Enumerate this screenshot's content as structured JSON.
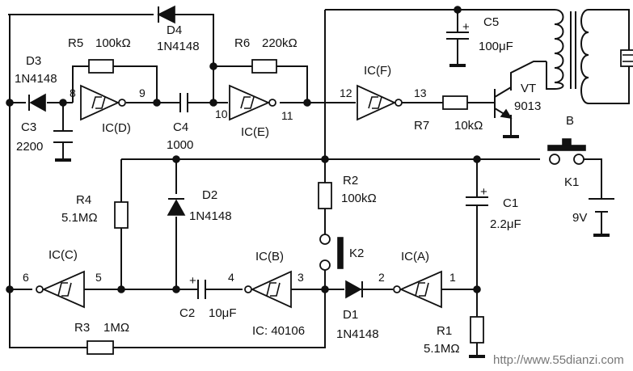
{
  "components": {
    "d4": {
      "ref": "D4",
      "part": "1N4148"
    },
    "d3": {
      "ref": "D3",
      "part": "1N4148"
    },
    "r5": {
      "ref": "R5",
      "value": "100kΩ"
    },
    "r6": {
      "ref": "R6",
      "value": "220kΩ"
    },
    "c3": {
      "ref": "C3",
      "value": "2200"
    },
    "c4": {
      "ref": "C4",
      "value": "1000"
    },
    "c5": {
      "ref": "C5",
      "value": "100μF",
      "polarity": "+"
    },
    "ic_d": {
      "ref": "IC(D)",
      "pin_in": "8",
      "pin_out": "9"
    },
    "ic_e": {
      "ref": "IC(E)",
      "pin_in": "10",
      "pin_out": "11"
    },
    "ic_f": {
      "ref": "IC(F)",
      "pin_in": "12",
      "pin_out": "13"
    },
    "ic_c": {
      "ref": "IC(C)",
      "pin_in": "5",
      "pin_out": "6"
    },
    "ic_b": {
      "ref": "IC(B)",
      "pin_in": "3",
      "pin_out": "4"
    },
    "ic_a": {
      "ref": "IC(A)",
      "pin_in": "1",
      "pin_out": "2"
    },
    "r7": {
      "ref": "R7",
      "value": "10kΩ"
    },
    "vt": {
      "ref": "VT",
      "part": "9013"
    },
    "transformer": {
      "ref": "B"
    },
    "k1": {
      "ref": "K1"
    },
    "battery": {
      "value": "9V"
    },
    "r4": {
      "ref": "R4",
      "value": "5.1MΩ"
    },
    "d2": {
      "ref": "D2",
      "part": "1N4148"
    },
    "r2": {
      "ref": "R2",
      "value": "100kΩ"
    },
    "k2": {
      "ref": "K2"
    },
    "c1": {
      "ref": "C1",
      "value": "2.2μF",
      "polarity": "+"
    },
    "c2": {
      "ref": "C2",
      "value": "10μF",
      "polarity": "+"
    },
    "d1": {
      "ref": "D1",
      "part": "1N4148"
    },
    "r3": {
      "ref": "R3",
      "value": "1MΩ"
    },
    "r1": {
      "ref": "R1",
      "value": "5.1MΩ"
    }
  },
  "ic_note": "IC: 40106",
  "watermark": "http://www.55dianzi.com"
}
